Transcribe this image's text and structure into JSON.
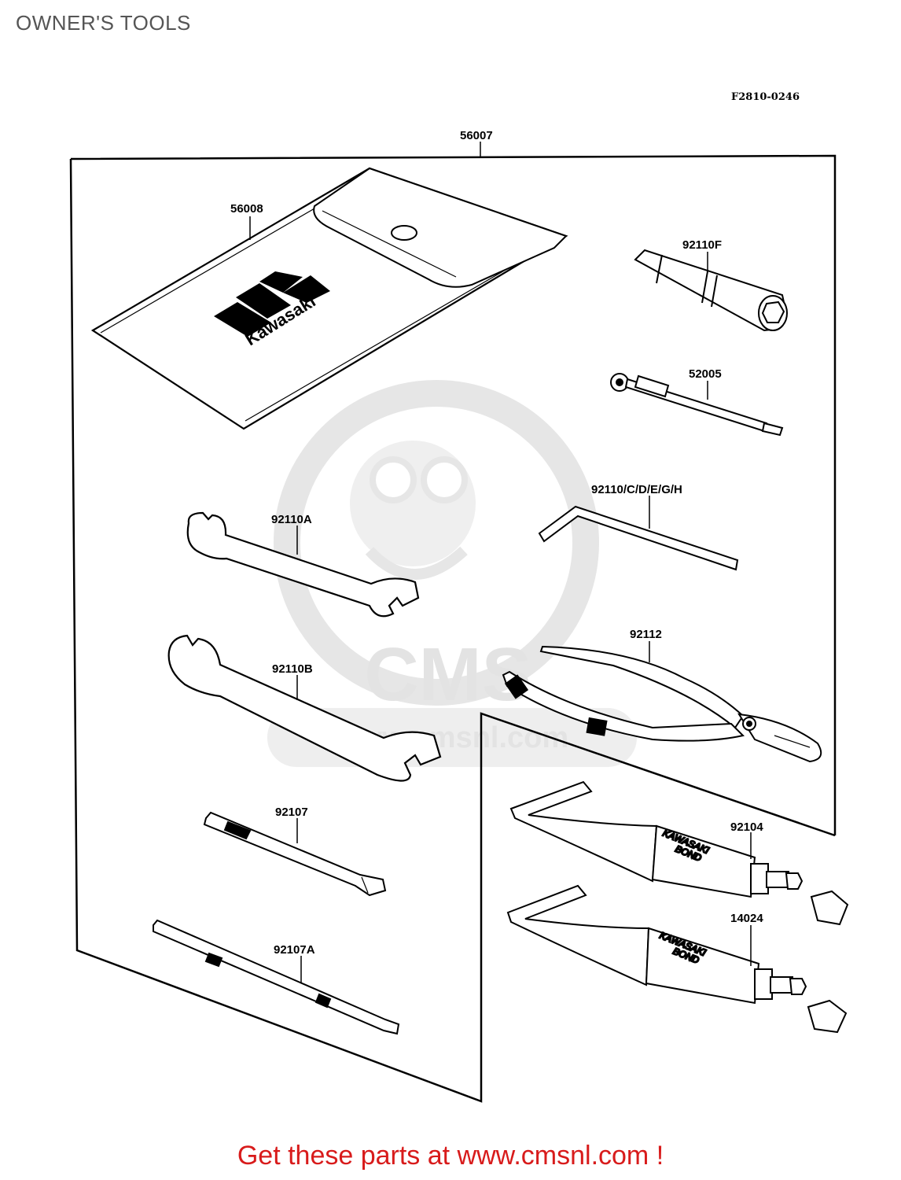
{
  "page": {
    "title": "OWNER'S TOOLS",
    "figure_code": "F2810-0246"
  },
  "brand_marks": {
    "pouch_logo": "Kawasaki",
    "tube_print_line1": "KAWASAKI",
    "tube_print_line2": "BOND"
  },
  "watermark": {
    "logo_text": "CMS",
    "url": "www.cmsnl.com"
  },
  "parts": [
    {
      "id": "56007",
      "name": "tool-kit-assembly"
    },
    {
      "id": "56008",
      "name": "tool-pouch"
    },
    {
      "id": "92110F",
      "name": "plug-wrench"
    },
    {
      "id": "52005",
      "name": "extension-handle"
    },
    {
      "id": "92110/C/D/E/G/H",
      "name": "hex-key"
    },
    {
      "id": "92110A",
      "name": "open-end-wrench-small"
    },
    {
      "id": "92110B",
      "name": "open-end-wrench-large"
    },
    {
      "id": "92112",
      "name": "pliers"
    },
    {
      "id": "92107",
      "name": "screwdriver"
    },
    {
      "id": "92107A",
      "name": "screwdriver-grip"
    },
    {
      "id": "92104",
      "name": "bond-tube-a"
    },
    {
      "id": "14024",
      "name": "bond-tube-b"
    }
  ],
  "footer": {
    "cta": "Get these parts at www.cmsnl.com !",
    "cta_color": "#d81b1b"
  }
}
